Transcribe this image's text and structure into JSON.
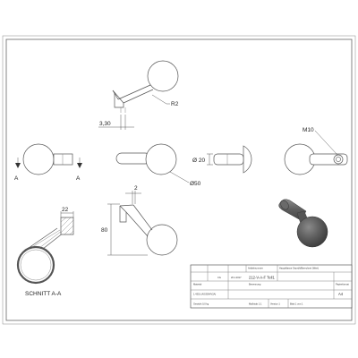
{
  "dimensions": {
    "r2": "R2",
    "len_330": "3,30",
    "m10": "M10",
    "dia20": "Ø 20",
    "dia50": "Ø50",
    "dim22": "22",
    "dim2": "2",
    "dim80": "80"
  },
  "section": {
    "marker_left": "A",
    "marker_right": "A",
    "label": "SCHNITT A-A"
  },
  "title_block": {
    "top_right_header": "Hauptklasse  Geprüft/Berechnet (Wert)",
    "col1_r1": "",
    "col2_r1": "CG",
    "col3_r1": "20.1.2017",
    "title_header": "Artikelnummer",
    "title": "212-V-A-F Teil1",
    "name_header": "Benennung",
    "col1_r2": "Material",
    "material": "1.4301 (AISI304/V2A)",
    "col1_r3": "Gewicht 0,0 kg",
    "scale": "Maßstab 1:1",
    "version": "Version 1",
    "sheet": "Blatt 1 von 1",
    "format_header": "Papierformat",
    "format": "A4"
  }
}
